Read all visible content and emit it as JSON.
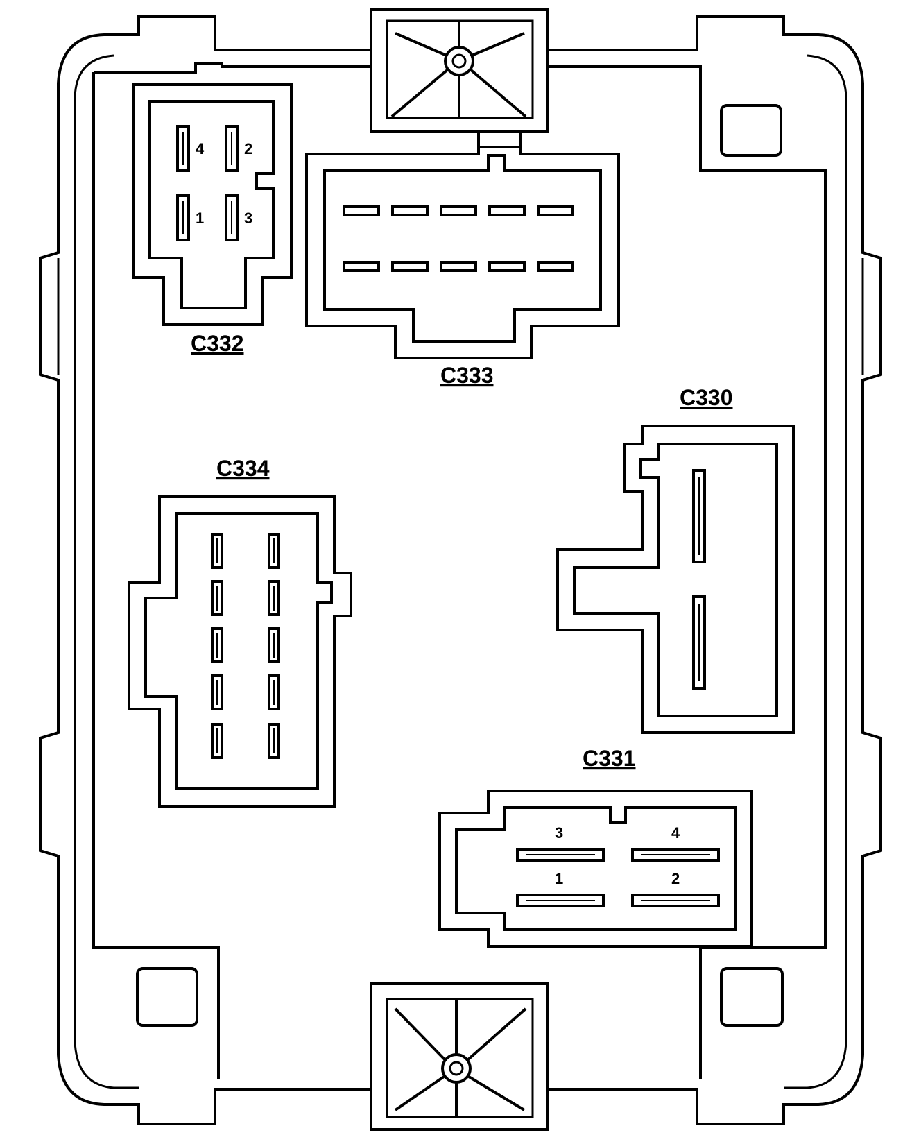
{
  "connectors": {
    "c332": {
      "label": "C332",
      "pins": [
        "4",
        "2",
        "1",
        "3"
      ]
    },
    "c333": {
      "label": "C333"
    },
    "c330": {
      "label": "C330"
    },
    "c334": {
      "label": "C334"
    },
    "c331": {
      "label": "C331",
      "pins": [
        "3",
        "4",
        "1",
        "2"
      ]
    }
  }
}
